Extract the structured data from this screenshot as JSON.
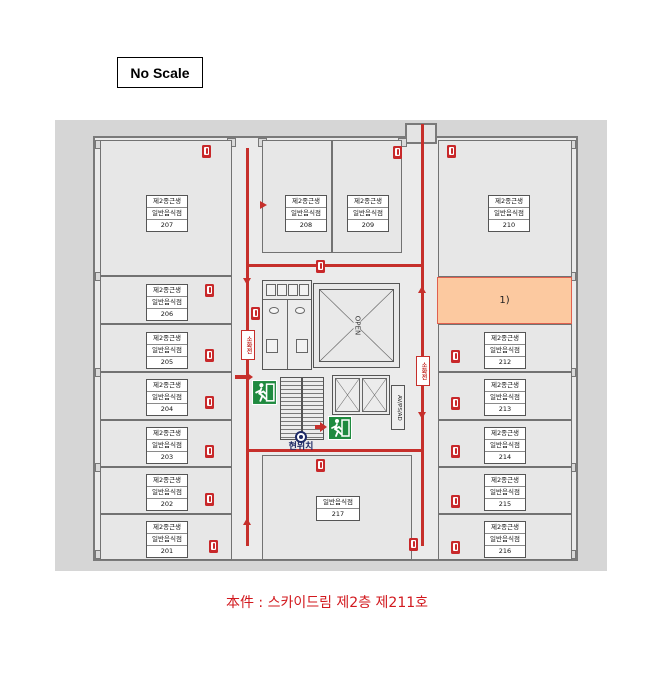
{
  "header": {
    "no_scale": "No Scale"
  },
  "caption": "本件 : 스카이드림 제2층 제211호",
  "colors": {
    "corridor": "#c62f2b",
    "subject_fill": "#fcc9a0",
    "subject_border": "#e0604e",
    "exit_green": "#1f8a3f",
    "extinguisher": "#c8282a",
    "caption": "#d2191e",
    "plan_background": "#d6d6d6",
    "current_location": "#1e2a66"
  },
  "icons": {
    "extinguisher": "fire-extinguisher-icon",
    "exit": "emergency-exit-icon",
    "location": "current-location-icon",
    "corridor_arrow": "evacuation-arrow-icon"
  },
  "rooms": {
    "201": {
      "type": "제2종근생",
      "use": "일반음식점",
      "number": "201"
    },
    "202": {
      "type": "제2종근생",
      "use": "일반음식점",
      "number": "202"
    },
    "203": {
      "type": "제2종근생",
      "use": "일반음식점",
      "number": "203"
    },
    "204": {
      "type": "제2종근생",
      "use": "일반음식점",
      "number": "204"
    },
    "205": {
      "type": "제2종근생",
      "use": "일반음식점",
      "number": "205"
    },
    "206": {
      "type": "제2종근생",
      "use": "일반음식점",
      "number": "206"
    },
    "207": {
      "type": "제2종근생",
      "use": "일반음식점",
      "number": "207"
    },
    "208": {
      "type": "제2종근생",
      "use": "일반음식점",
      "number": "208"
    },
    "209": {
      "type": "제2종근생",
      "use": "일반음식점",
      "number": "209"
    },
    "210": {
      "type": "제2종근생",
      "use": "일반음식점",
      "number": "210"
    },
    "212": {
      "type": "제2종근생",
      "use": "일반음식점",
      "number": "212"
    },
    "213": {
      "type": "제2종근생",
      "use": "일반음식점",
      "number": "213"
    },
    "214": {
      "type": "제2종근생",
      "use": "일반음식점",
      "number": "214"
    },
    "215": {
      "type": "제2종근생",
      "use": "일반음식점",
      "number": "215"
    },
    "216": {
      "type": "제2종근생",
      "use": "일반음식점",
      "number": "216"
    },
    "217": {
      "use": "일반음식점",
      "number": "217"
    }
  },
  "subject_unit": {
    "label": "1)"
  },
  "core": {
    "elevator_label": "OPEN",
    "shaft_label": "AV/PS/AD",
    "hydrant_label": "소화전"
  },
  "current_location": {
    "label": "현위치"
  }
}
